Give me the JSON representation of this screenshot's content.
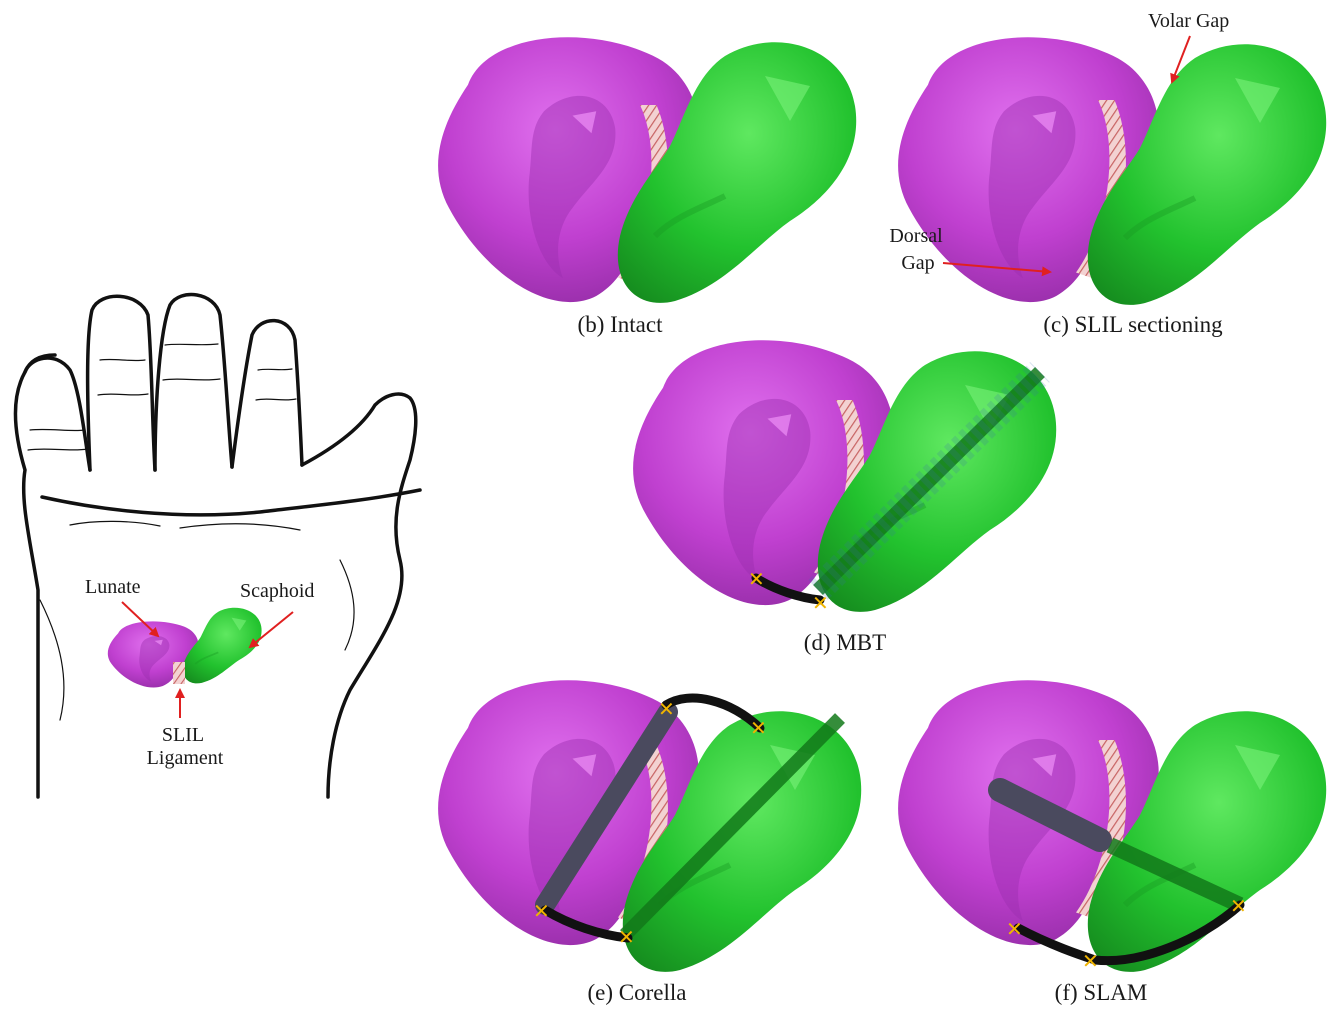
{
  "hand": {
    "lunate_label": "Lunate",
    "scaphoid_label": "Scaphoid",
    "slil_label_line1": "SLIL",
    "slil_label_line2": "Ligament"
  },
  "panels": {
    "intact": {
      "caption": "(b) Intact"
    },
    "sectioning": {
      "caption": "(c) SLIL sectioning",
      "volar_gap": "Volar Gap",
      "dorsal_gap_line1": "Dorsal",
      "dorsal_gap_line2": "Gap"
    },
    "mbt": {
      "caption": "(d) MBT"
    },
    "corella": {
      "caption": "(e) Corella"
    },
    "slam": {
      "caption": "(f) SLAM"
    }
  },
  "colors": {
    "lunate": "#c040d0",
    "scaphoid": "#22c22e",
    "ligament": "#c86464",
    "arrow": "#e02020",
    "implant": "#111111",
    "anchor": "#f0b400"
  }
}
